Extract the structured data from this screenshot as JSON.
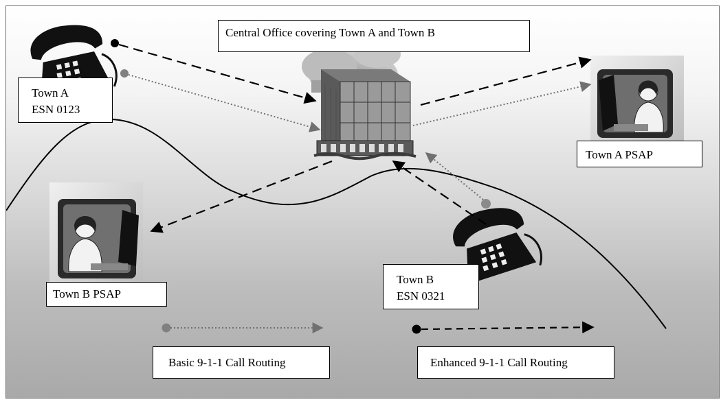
{
  "diagram": {
    "central_office": "Central Office covering Town A and Town B",
    "town_a": {
      "name": "Town A",
      "esn": "ESN 0123"
    },
    "town_b": {
      "name": "Town B",
      "esn": "ESN 0321"
    },
    "town_a_psap": "Town A PSAP",
    "town_b_psap": "Town B PSAP",
    "legend": {
      "basic": "Basic 9-1-1 Call Routing",
      "enhanced": "Enhanced 9-1-1 Call Routing"
    }
  },
  "colors": {
    "basic_route": "#707070",
    "enhanced_route": "#000000",
    "boundary": "#000000"
  }
}
